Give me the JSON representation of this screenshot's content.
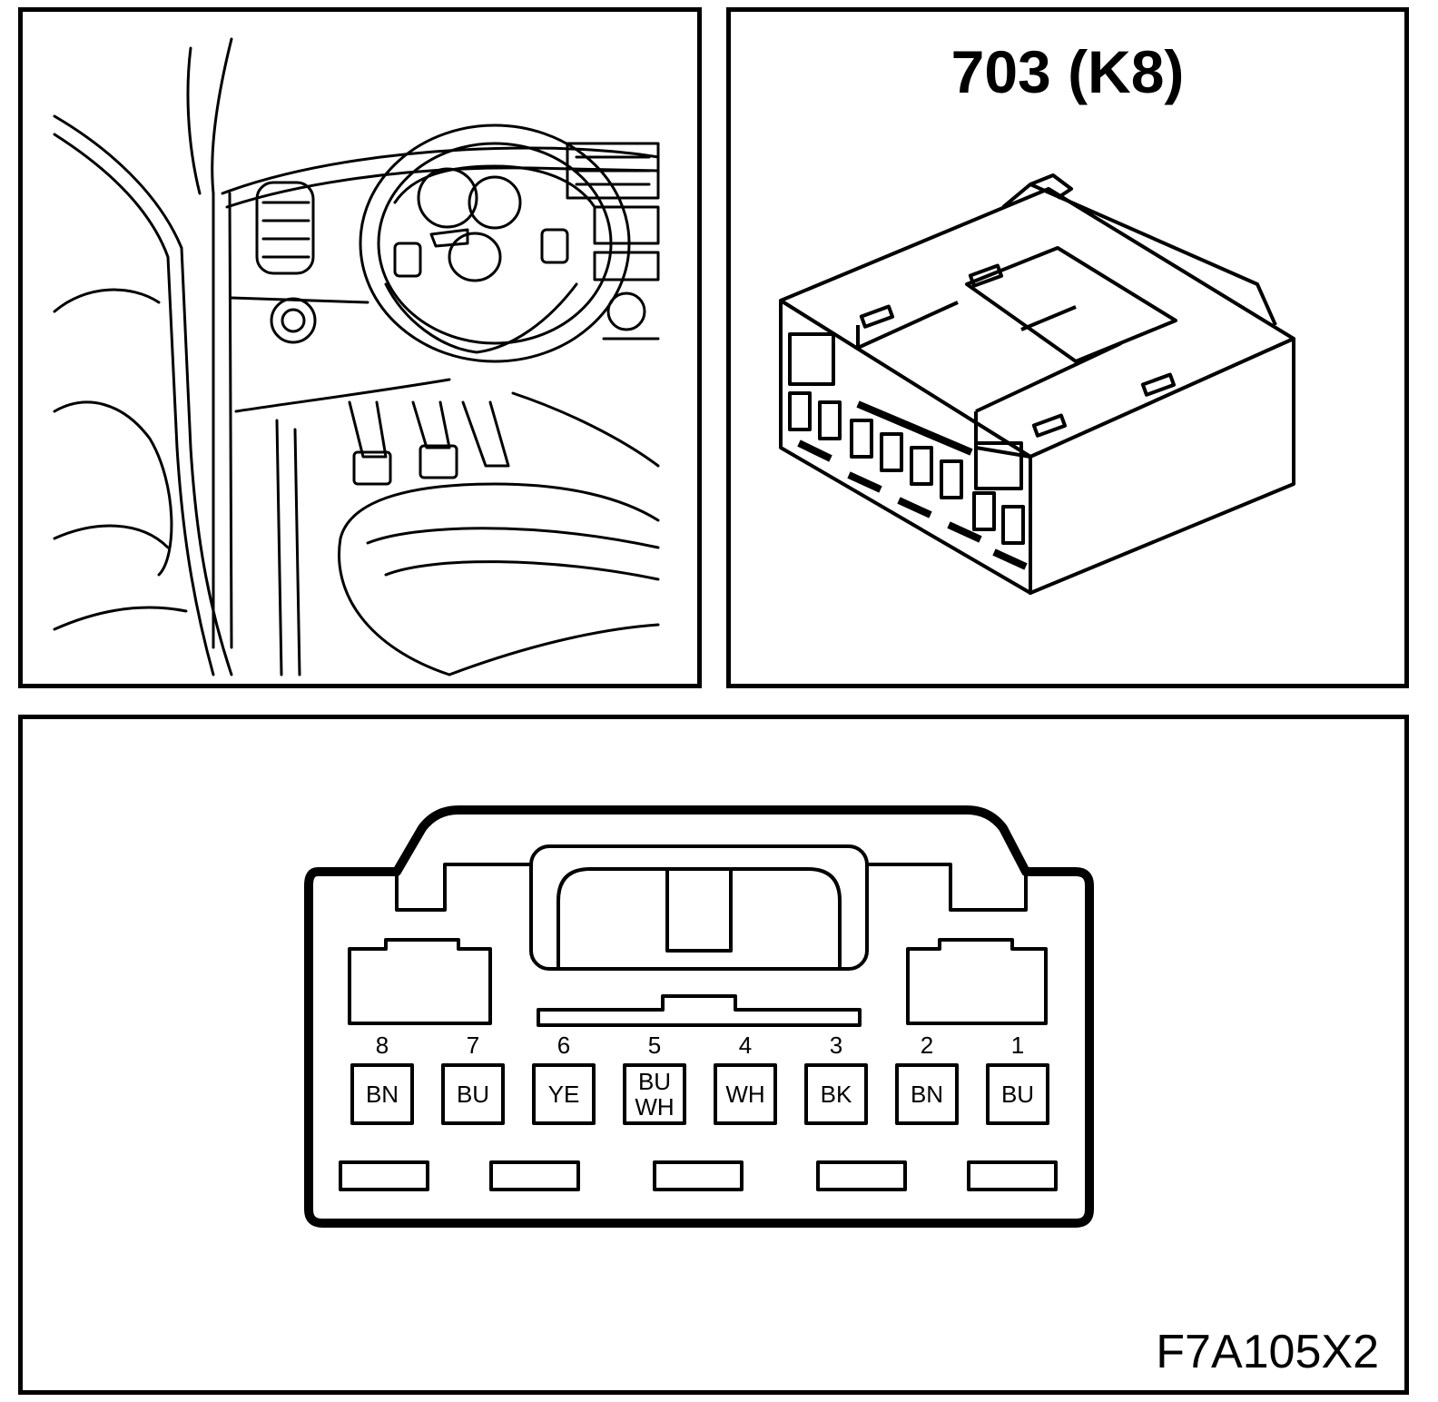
{
  "connector": {
    "title": "703 (K8)"
  },
  "pinout": {
    "ref_code": "F7A105X2",
    "pins": [
      {
        "number": "8",
        "color": "BN"
      },
      {
        "number": "7",
        "color": "BU"
      },
      {
        "number": "6",
        "color": "YE"
      },
      {
        "number": "5",
        "color": "BU WH"
      },
      {
        "number": "4",
        "color": "WH"
      },
      {
        "number": "3",
        "color": "BK"
      },
      {
        "number": "2",
        "color": "BN"
      },
      {
        "number": "1",
        "color": "BU"
      }
    ]
  }
}
